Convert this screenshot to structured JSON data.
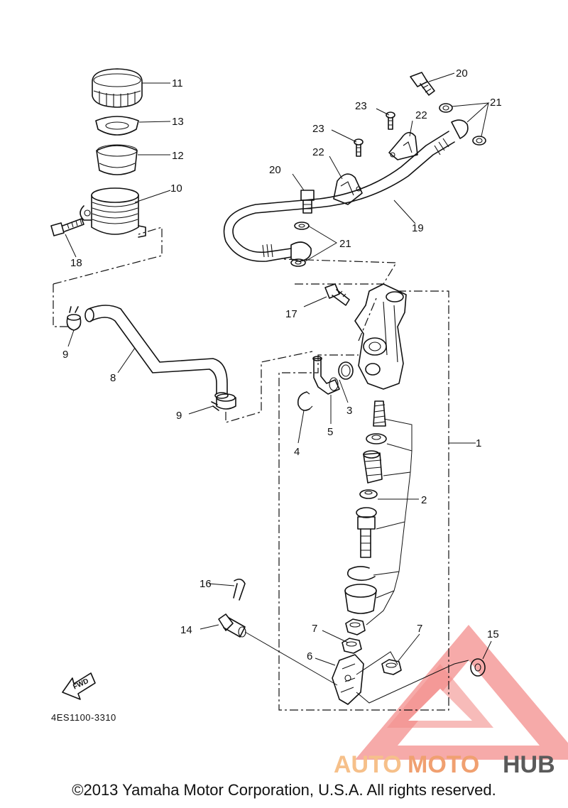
{
  "diagram_code": "4ES1100-3310",
  "fwd_label": "FWD",
  "copyright": "©2013 Yamaha Motor Corporation, U.S.A. All rights reserved.",
  "watermark": {
    "part1": "AUTO",
    "part2": "MOTO",
    "part3": "HUB",
    "color_light": "#f6c08a",
    "color_mid": "#f0a070",
    "color_dark": "#5a5a5a",
    "triangle_color": "#e8322d"
  },
  "callouts": {
    "c1": "1",
    "c2": "2",
    "c3": "3",
    "c4": "4",
    "c5": "5",
    "c6": "6",
    "c7a": "7",
    "c7b": "7",
    "c8": "8",
    "c9a": "9",
    "c9b": "9",
    "c10": "10",
    "c11": "11",
    "c12": "12",
    "c13": "13",
    "c14": "14",
    "c15": "15",
    "c16": "16",
    "c17": "17",
    "c18": "18",
    "c19": "19",
    "c20a": "20",
    "c20b": "20",
    "c21a": "21",
    "c21b": "21",
    "c22a": "22",
    "c22b": "22",
    "c23a": "23",
    "c23b": "23"
  }
}
